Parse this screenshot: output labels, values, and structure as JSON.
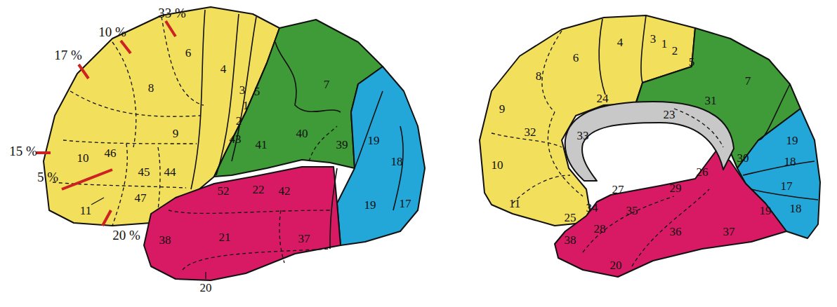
{
  "diagram": {
    "labels": [
      "33 %",
      "10 %",
      "17 %",
      "15 %",
      "5 %",
      "20 %",
      "6",
      "4",
      "3",
      "1",
      "2",
      "5",
      "7",
      "8",
      "9",
      "10",
      "46",
      "45",
      "44",
      "47",
      "11",
      "43",
      "41",
      "40",
      "39",
      "19",
      "18",
      "17",
      "19",
      "52",
      "22",
      "42",
      "38",
      "21",
      "37",
      "20",
      "4",
      "3",
      "1",
      "2",
      "6",
      "5",
      "7",
      "8",
      "24",
      "31",
      "23",
      "9",
      "32",
      "33",
      "19",
      "18",
      "30",
      "10",
      "26",
      "17",
      "27",
      "29",
      "11",
      "18",
      "19",
      "34",
      "35",
      "25",
      "28",
      "36",
      "37",
      "38",
      "20"
    ]
  }
}
